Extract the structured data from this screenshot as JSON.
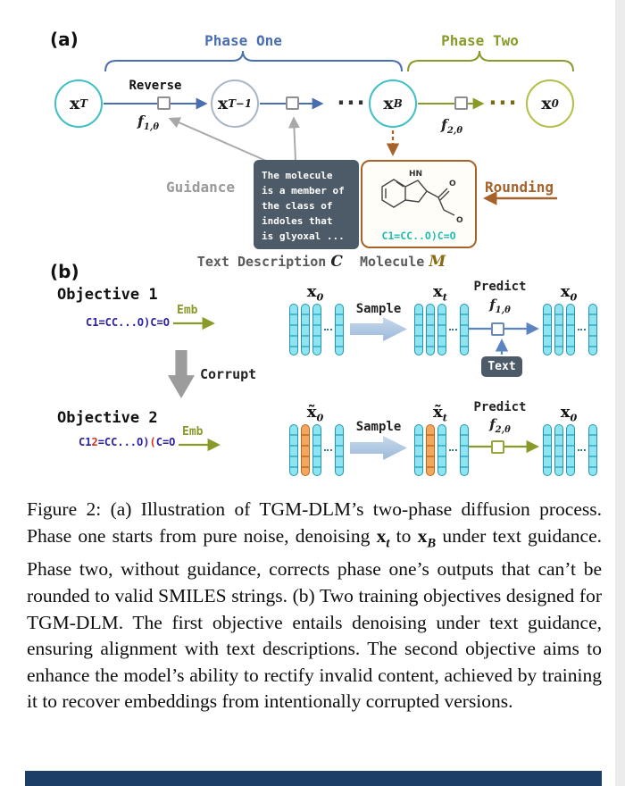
{
  "panel_a": {
    "label": "(a)",
    "phase_one_label": "Phase One",
    "phase_two_label": "Phase Two",
    "reverse_label": "Reverse",
    "f1": {
      "base": "f",
      "sub": "1,θ"
    },
    "f2": {
      "base": "f",
      "sub": "2,θ"
    },
    "nodes": {
      "xT": {
        "base": "x",
        "sub": "T"
      },
      "xT1": {
        "base": "x",
        "sub": "T−1"
      },
      "xB": {
        "base": "x",
        "sub": "B"
      },
      "x0": {
        "base": "x",
        "sub": "0"
      }
    },
    "ellipsis1": "···",
    "ellipsis2": "···",
    "guidance_label": "Guidance",
    "rounding_label": "Rounding",
    "description_lines": [
      "The molecule",
      "is a member of",
      "the class of",
      "indoles that",
      "is glyoxal ..."
    ],
    "molecule": {
      "smiles": "C1=CC..O)C=O",
      "atom_hn": "HN",
      "atom_o1": "O",
      "atom_o2": "O"
    },
    "footer": {
      "text_description": "Text Description",
      "c_symbol": "C",
      "molecule": "Molecule",
      "m_symbol": "M"
    }
  },
  "panel_b": {
    "label": "(b)",
    "objective1_label": "Objective 1",
    "objective2_label": "Objective 2",
    "smiles1": "C1=CC...O)C=O",
    "smiles2": [
      {
        "t": "C1"
      },
      {
        "t": "2",
        "red": true
      },
      {
        "t": "=CC...O)"
      },
      {
        "t": "(",
        "red": true
      },
      {
        "t": "C=O"
      }
    ],
    "emb_label": "Emb",
    "sample_label": "Sample",
    "predict_label": "Predict",
    "corrupt_label": "Corrupt",
    "text_badge": "Text",
    "row1": {
      "x0": {
        "base": "x",
        "sub": "0"
      },
      "xt": {
        "base": "x",
        "sub": "t"
      },
      "f": {
        "base": "f",
        "sub": "1,θ"
      },
      "x0_out": {
        "base": "x",
        "sub": "0"
      }
    },
    "row2": {
      "x0": {
        "base": "x̃",
        "sub": "0"
      },
      "xt": {
        "base": "x̃",
        "sub": "t"
      },
      "f": {
        "base": "f",
        "sub": "2,θ"
      },
      "x0_out": {
        "base": "x",
        "sub": "0"
      }
    },
    "bars": {
      "r1g1": [
        "c",
        "c",
        "c",
        "c"
      ],
      "r1g2": [
        "c",
        "c",
        "c",
        "c"
      ],
      "r1g3": [
        "c",
        "c",
        "c",
        "c"
      ],
      "r2g1": [
        "c",
        "o",
        "c",
        "c"
      ],
      "r2g2": [
        "c",
        "o",
        "c",
        "c"
      ],
      "r2g3": [
        "c",
        "c",
        "c",
        "c"
      ]
    }
  },
  "caption": {
    "segments": [
      {
        "t": "Figure 2: (a) Illustration of TGM-DLM’s two-phase diffusion process. Phase one starts from pure noise, denoising "
      },
      {
        "base": "x",
        "sub": "t"
      },
      {
        "t": " to "
      },
      {
        "base": "x",
        "sub": "B"
      },
      {
        "t": " under text guidance. Phase two, without guidance, corrects phase one’s outputs that can’t be rounded to valid SMILES strings. (b) Two training objectives designed for TGM-DLM. The first objective entails denoising under text guidance, ensuring alignment with text descriptions. The second objective aims to enhance the model’s ability to rectify invalid content, achieved by training it to recover embeddings from intentionally corrupted versions."
      }
    ]
  },
  "colors": {
    "phase_one": "#4a6fb0",
    "phase_two": "#8a9a28",
    "teal_node": "#3ec0c4",
    "gray_node": "#a9b6c6",
    "olive_node": "#b3bf46",
    "brown": "#a5622b",
    "guidance_gray": "#9a9a9a",
    "smiles_teal": "#1fbdb2",
    "indigo": "#2a1fa0",
    "red": "#d42f1f",
    "bar_cyan": "#8ee4f0",
    "bar_orange": "#f2a85c",
    "navy_bar": "#1c3e67"
  }
}
